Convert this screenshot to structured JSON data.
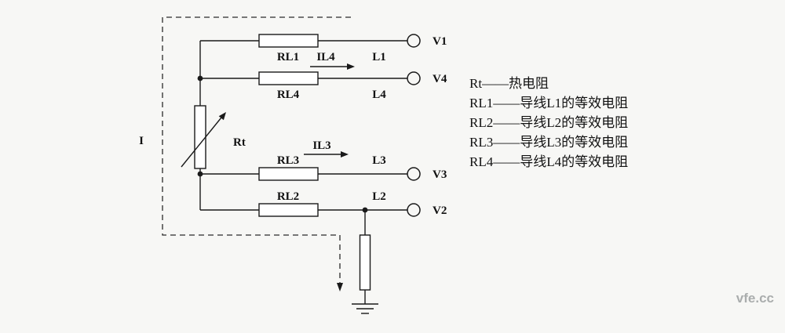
{
  "diagram": {
    "source_current_label": "I",
    "thermistor_label": "Rt",
    "rows": {
      "row1": {
        "resistor": "RL1",
        "current": "IL4",
        "wire": "L1",
        "terminal": "V1"
      },
      "row2": {
        "resistor": "RL4",
        "wire": "L4",
        "terminal": "V4"
      },
      "row3": {
        "resistor": "RL3",
        "current": "IL3",
        "wire": "L3",
        "terminal": "V3"
      },
      "row4": {
        "resistor": "RL2",
        "wire": "L2",
        "terminal": "V2"
      }
    }
  },
  "legend": {
    "items": [
      "Rt——热电阻",
      "RL1——导线L1的等效电阻",
      "RL2——导线L2的等效电阻",
      "RL3——导线L3的等效电阻",
      "RL4——导线L4的等效电阻"
    ]
  },
  "watermark": "vfe.cc"
}
